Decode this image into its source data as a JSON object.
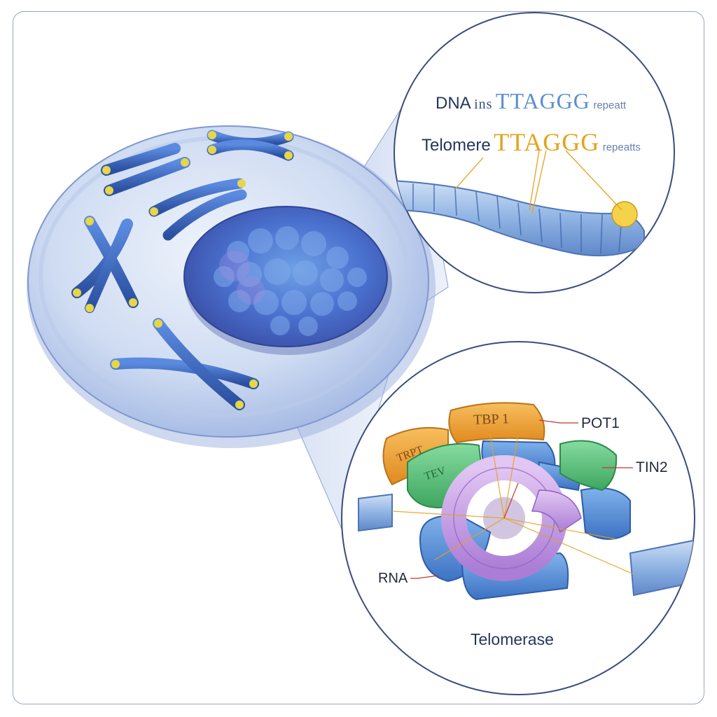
{
  "top_inset": {
    "line1": {
      "prefix": "DNA",
      "mid": "ins",
      "sequence": "TTAGGG",
      "suffix": "repeatt"
    },
    "line2": {
      "prefix": "Telomere",
      "sequence": "TTAGGG",
      "suffix": "repeatts"
    }
  },
  "bottom_inset": {
    "labels": {
      "tbp1": "TBP 1",
      "trpt": "TRPT",
      "tev": "TEV",
      "pot1": "POT1",
      "tin2": "TIN2",
      "rna": "RNA"
    },
    "caption": "Telomerase"
  },
  "colors": {
    "dna_blue": "#2f5fb0",
    "telomere_gold": "#e5a21b",
    "orange_protein": "#f0a23a",
    "green_protein": "#5cc27a",
    "purple_protein": "#c59be0",
    "cell_blue": "#bfd0ee",
    "nucleus_blue": "#4b6fd0",
    "leader_red": "#c0392b",
    "frame": "#9aa6c4"
  }
}
